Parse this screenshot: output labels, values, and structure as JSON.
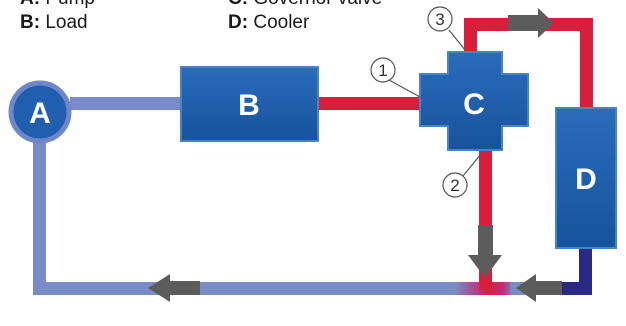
{
  "legend": {
    "a": {
      "key": "A:",
      "text": "Pump"
    },
    "b": {
      "key": "B:",
      "text": "Load"
    },
    "c": {
      "key": "C:",
      "text": "Governor valve"
    },
    "d": {
      "key": "D:",
      "text": "Cooler"
    }
  },
  "blocks": {
    "pump": "A",
    "load": "B",
    "valve": "C",
    "cooler": "D"
  },
  "callouts": [
    "1",
    "2",
    "3"
  ],
  "colors": {
    "hot": "#d81e3a",
    "cold": "#7a8cc8",
    "dark": "#2a2a86",
    "block": "#1f5fad",
    "arrow": "#5c5c5c"
  }
}
